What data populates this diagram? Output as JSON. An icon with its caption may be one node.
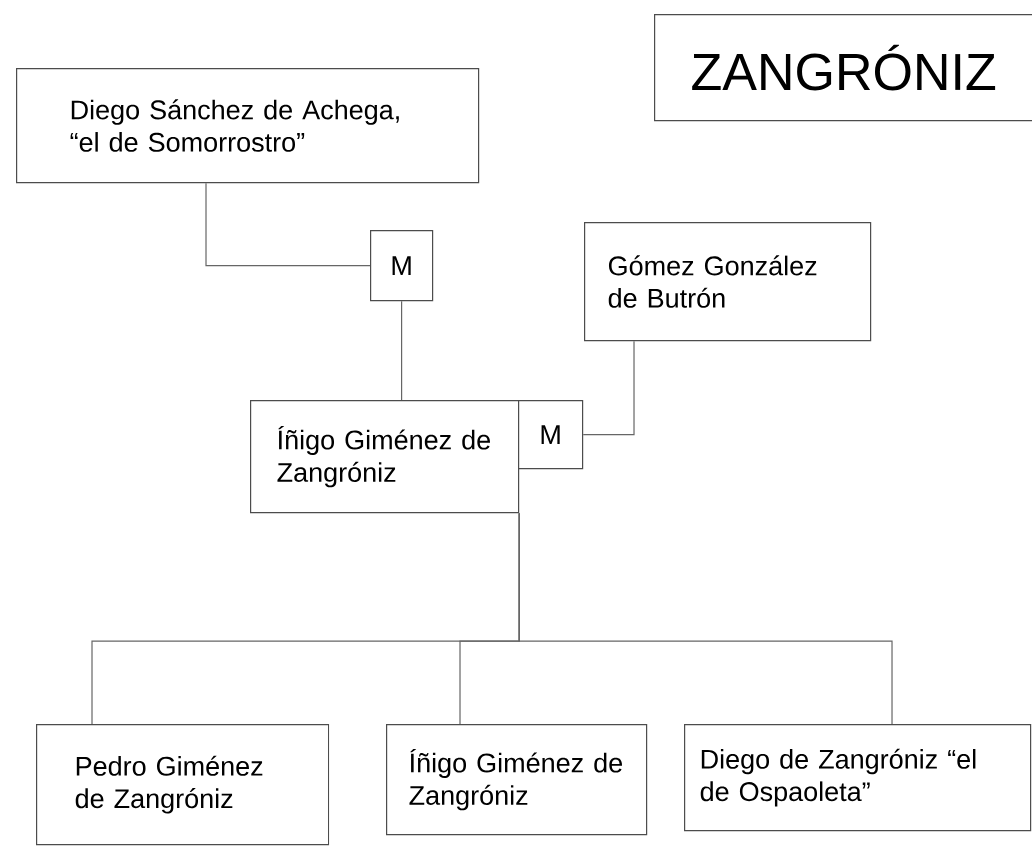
{
  "diagram": {
    "nodes": [
      {
        "text": [
          "Diego Sánchez de Achega, “el de Somorrostro”"
        ]
      },
      {
        "text": [
          "ZANGRÓNIZ"
        ]
      },
      {
        "text": [
          "M"
        ]
      },
      {
        "text": [
          "Gómez González de Butrón"
        ]
      },
      {
        "text": [
          "Íñigo Giménez de Zangróniz"
        ]
      },
      {
        "text": [
          "M"
        ]
      },
      {
        "text": [
          "Pedro Giménez de Zangróniz"
        ]
      },
      {
        "text": [
          "Íñigo Giménez de Zangróniz"
        ]
      },
      {
        "text": [
          "Diego de Zangróniz “el de Ospaoleta”"
        ]
      }
    ],
    "edges": [
      {
        "from": 0,
        "to": 2,
        "arrow": "none"
      },
      {
        "from": 2,
        "to": 4,
        "arrow": "none"
      },
      {
        "from": 3,
        "to": 5,
        "arrow": "none"
      },
      {
        "from": 4,
        "to": 6,
        "arrow": "none"
      },
      {
        "from": 4,
        "to": 7,
        "arrow": "none"
      },
      {
        "from": 4,
        "to": 8,
        "arrow": "none"
      }
    ]
  }
}
